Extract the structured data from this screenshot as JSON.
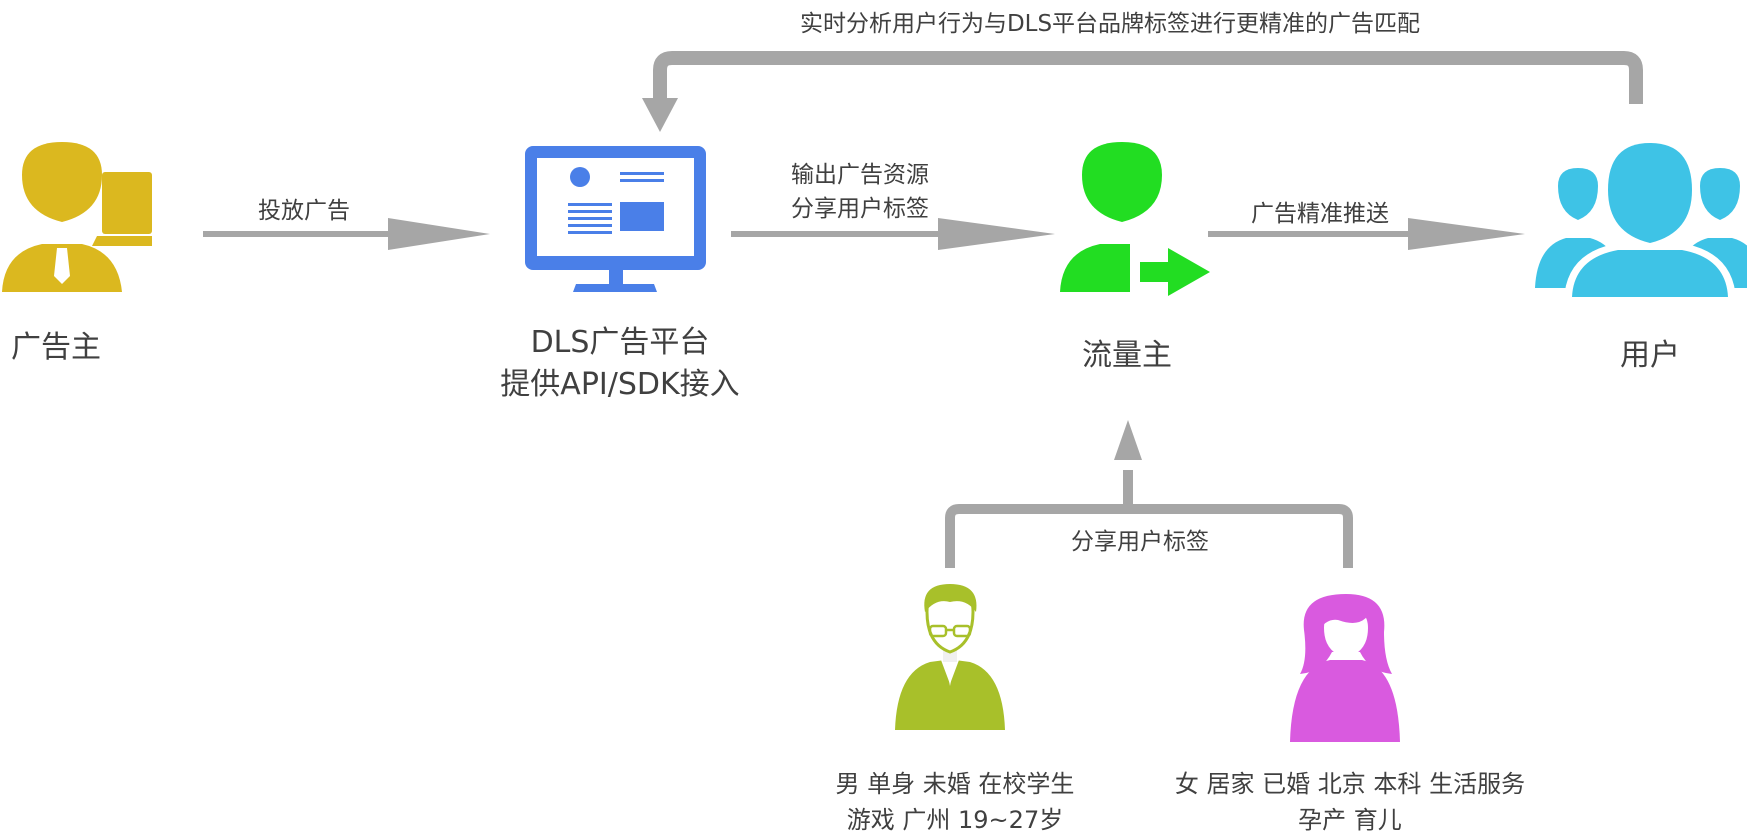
{
  "nodes": {
    "advertiser": {
      "name": "广告主",
      "color": "#dbb81f"
    },
    "platform": {
      "line1": "DLS广告平台",
      "line2": "提供API/SDK接入",
      "color": "#4a7fe8"
    },
    "traffic": {
      "name": "流量主",
      "color": "#22dd22"
    },
    "users": {
      "name": "用户",
      "color": "#3ec3e6"
    }
  },
  "edges": {
    "advertiser_to_platform": "投放广告",
    "platform_to_traffic": {
      "line1": "输出广告资源",
      "line2": "分享用户标签"
    },
    "traffic_to_users": "广告精准推送",
    "users_to_platform": "实时分析用户行为与DLS平台品牌标签进行更精准的广告匹配",
    "profiles_to_traffic": "分享用户标签"
  },
  "profiles": {
    "male": {
      "line1": "男  单身 未婚 在校学生",
      "line2": "游戏  广州  19~27岁",
      "color": "#a8c02a"
    },
    "female": {
      "line1": "女 居家 已婚  北京  本科 生活服务",
      "line2": "孕产 育儿",
      "color": "#d95adf"
    }
  },
  "colors": {
    "arrow": "#a6a6a6"
  }
}
